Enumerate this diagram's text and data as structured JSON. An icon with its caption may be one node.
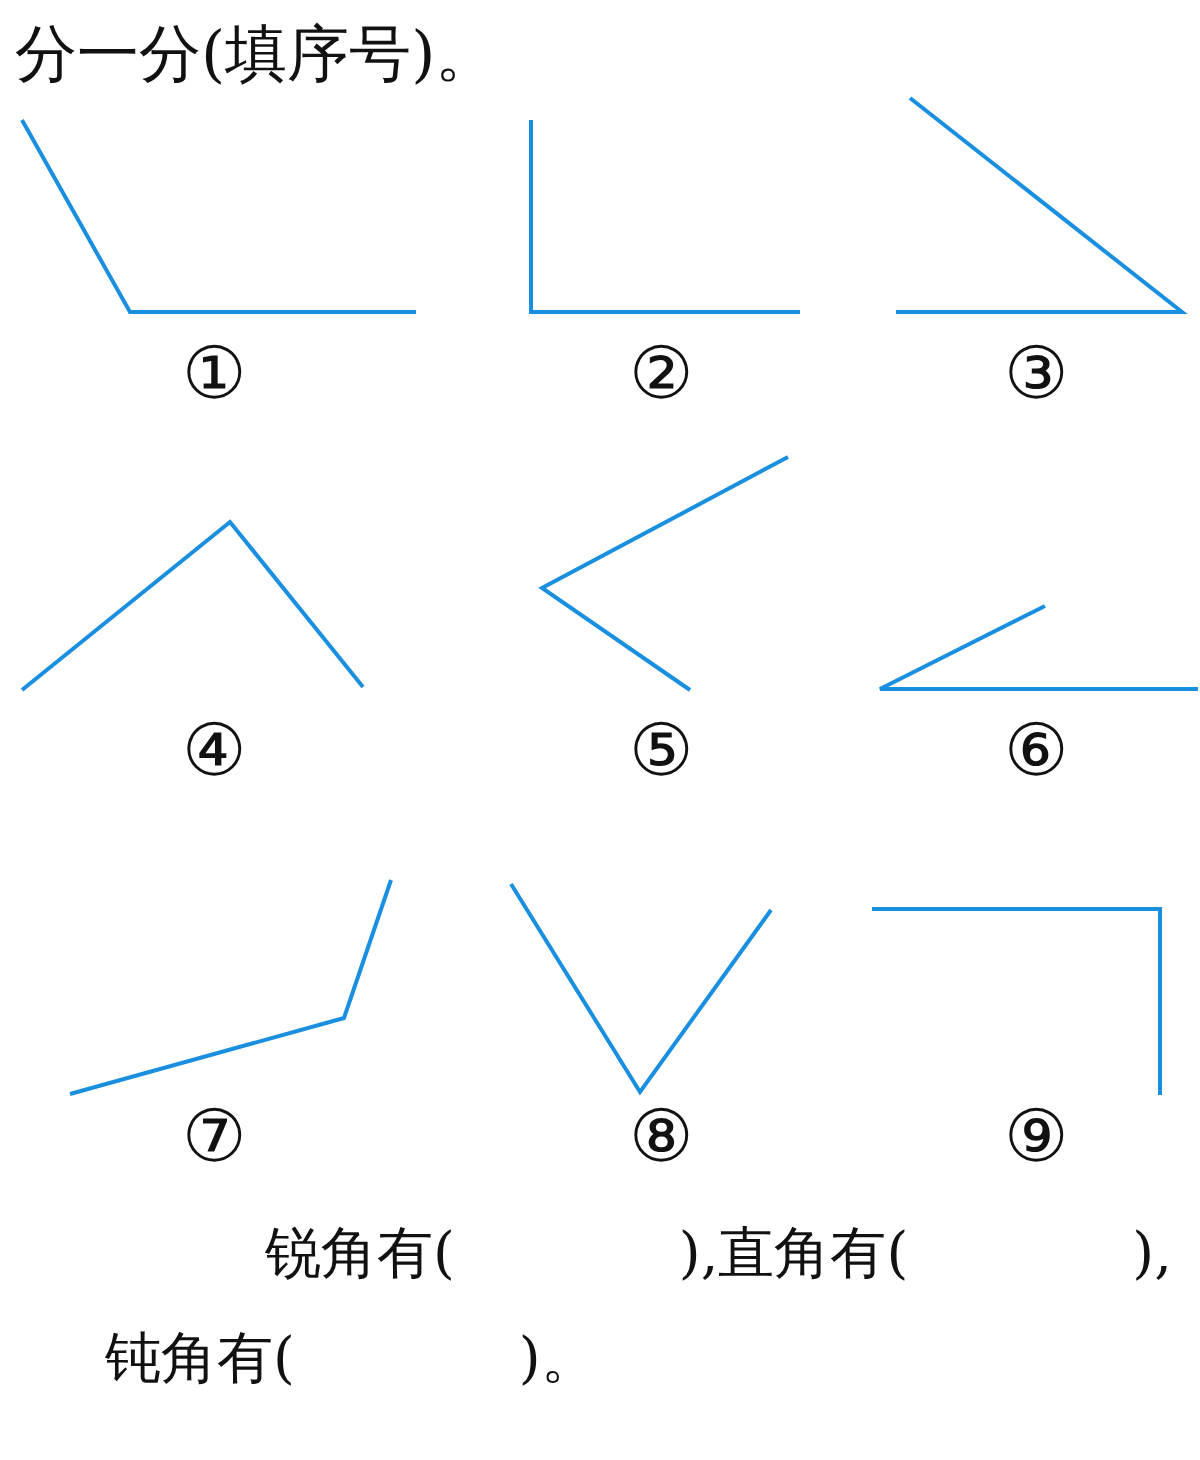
{
  "diagram": {
    "title": "分一分(填序号)。",
    "labels": [
      "①",
      "②",
      "③",
      "④",
      "⑤",
      "⑥",
      "⑦",
      "⑧",
      "⑨",
      "锐角有(　　　　),直角有(　　　　),钝角有(　　　　)。"
    ]
  }
}
